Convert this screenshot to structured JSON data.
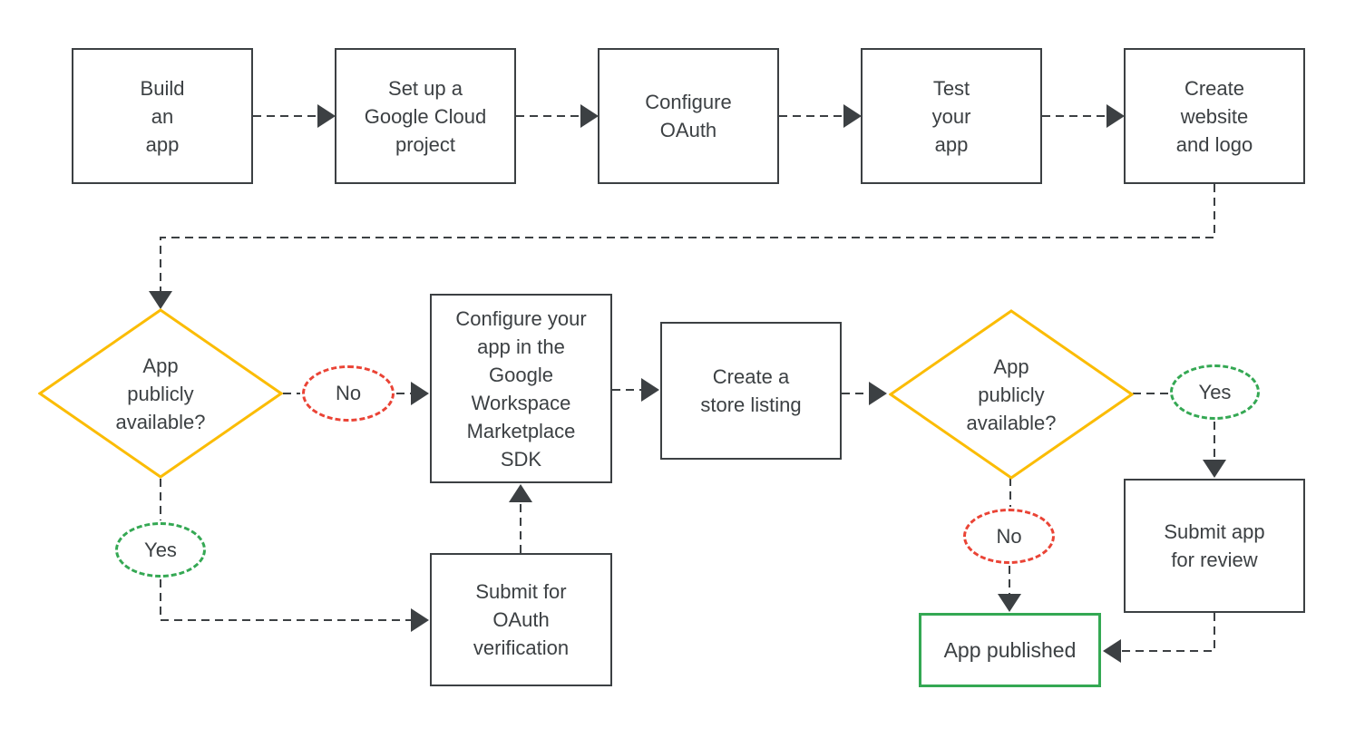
{
  "diagram": {
    "type": "flowchart",
    "description": "App publishing workflow for the Google Workspace Marketplace"
  },
  "colors": {
    "ink": "#3c4043",
    "decision_outline": "#FBBC04",
    "no_outline": "#EA4335",
    "yes_outline": "#34A853",
    "published_outline": "#34A853",
    "background": "#ffffff"
  },
  "nodes": {
    "build_app": {
      "label": "Build\nan\napp"
    },
    "setup_project": {
      "label": "Set up a\nGoogle Cloud\nproject"
    },
    "configure_oauth": {
      "label": "Configure\nOAuth"
    },
    "test_app": {
      "label": "Test\nyour\napp"
    },
    "create_website": {
      "label": "Create\nwebsite\nand logo"
    },
    "decision_public_1": {
      "label": "App\npublicly\navailable?"
    },
    "configure_sdk": {
      "label": "Configure your\napp in the\nGoogle\nWorkspace\nMarketplace\nSDK"
    },
    "submit_oauth": {
      "label": "Submit for\nOAuth\nverification"
    },
    "create_listing": {
      "label": "Create a\nstore listing"
    },
    "decision_public_2": {
      "label": "App\npublicly\navailable?"
    },
    "submit_review": {
      "label": "Submit app\nfor review"
    },
    "app_published": {
      "label": "App published"
    }
  },
  "edge_labels": {
    "no_1": "No",
    "yes_1": "Yes",
    "yes_2": "Yes",
    "no_2": "No"
  }
}
